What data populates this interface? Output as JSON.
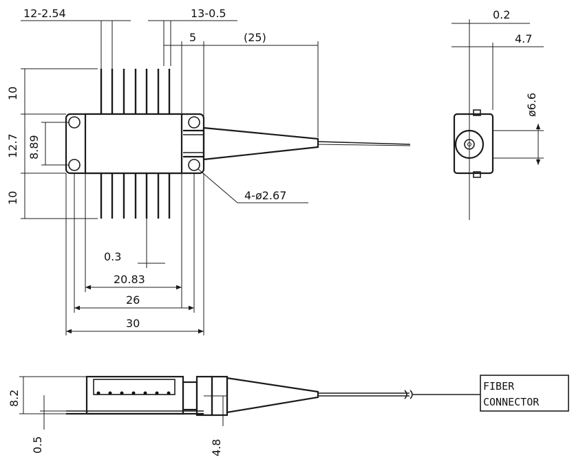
{
  "top_view": {
    "pin_pitch": "12-2.54",
    "pin_width": "13-0.5",
    "fiber_offset": "5",
    "fiber_length": "(25)",
    "pin_length_top": "10",
    "body_width": "12.7",
    "mount_spacing_y": "8.89",
    "pin_length_bottom": "10",
    "mount_holes": "4-ø2.67",
    "pin_offset": "0.3",
    "pin_span": "20.83",
    "body_length": "26",
    "flange_length": "30"
  },
  "end_view": {
    "flange_thickness": "0.2",
    "fiber_height": "4.7",
    "ferrule_diameter": "ø6.6"
  },
  "side_view": {
    "height": "8.2",
    "flange_step": "0.5",
    "fiber_axis_height": "4.8",
    "connector_label_line1": "FIBER",
    "connector_label_line2": "CONNECTOR"
  }
}
